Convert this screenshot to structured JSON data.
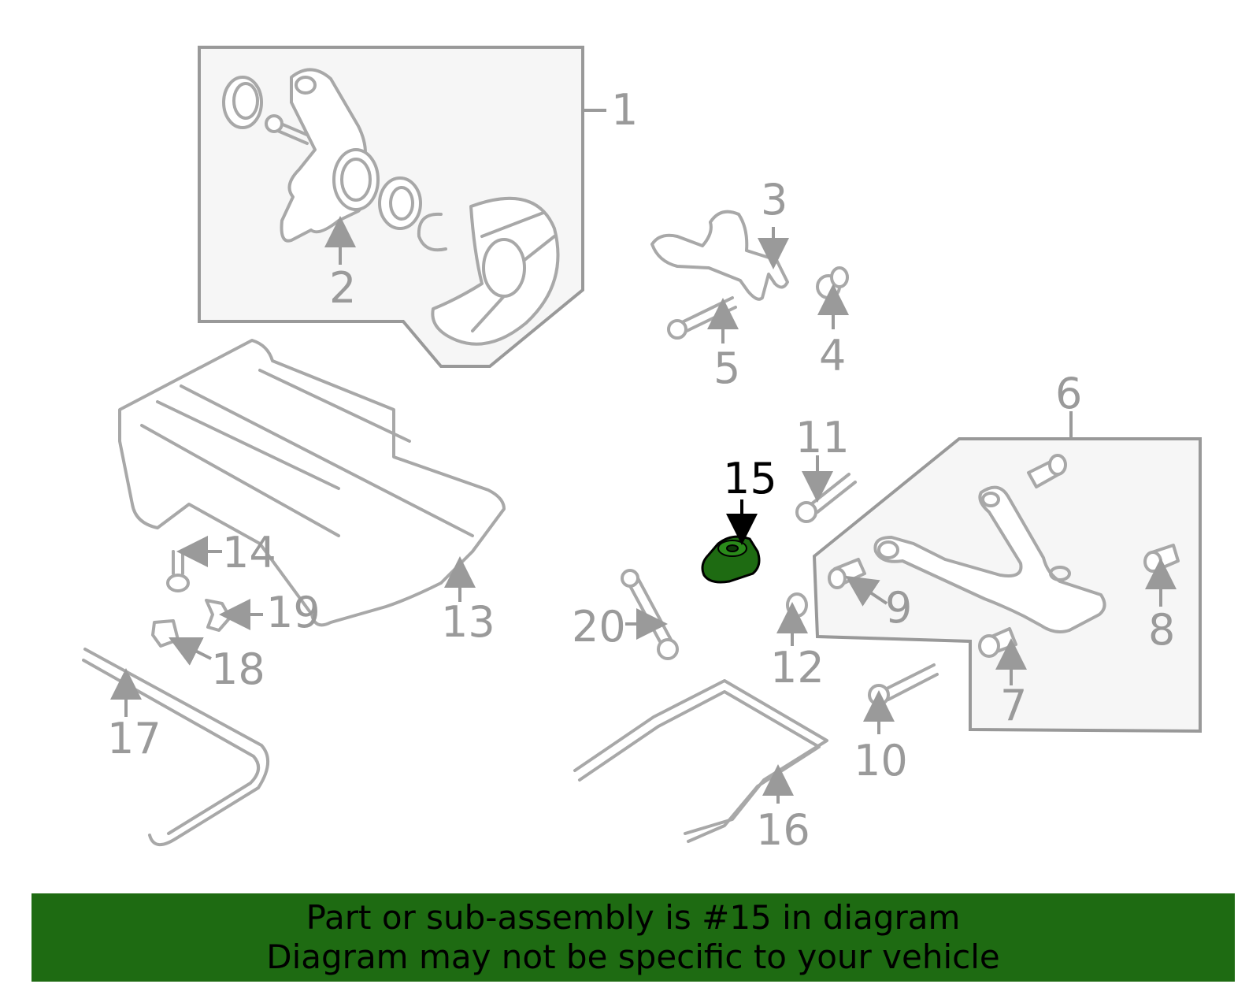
{
  "callouts": {
    "c1": "1",
    "c2": "2",
    "c3": "3",
    "c4": "4",
    "c5": "5",
    "c6": "6",
    "c7": "7",
    "c8": "8",
    "c9": "9",
    "c10": "10",
    "c11": "11",
    "c12": "12",
    "c13": "13",
    "c14": "14",
    "c15": "15",
    "c16": "16",
    "c17": "17",
    "c18": "18",
    "c19": "19",
    "c20": "20"
  },
  "highlighted_part": "15",
  "colors": {
    "highlight": "#1e6b12",
    "line_art": "#a8a8a8",
    "panel": "#f6f6f6"
  },
  "banner": {
    "line1": "Part or sub-assembly is #15 in diagram",
    "line2": "Diagram may not be specific to your vehicle"
  }
}
